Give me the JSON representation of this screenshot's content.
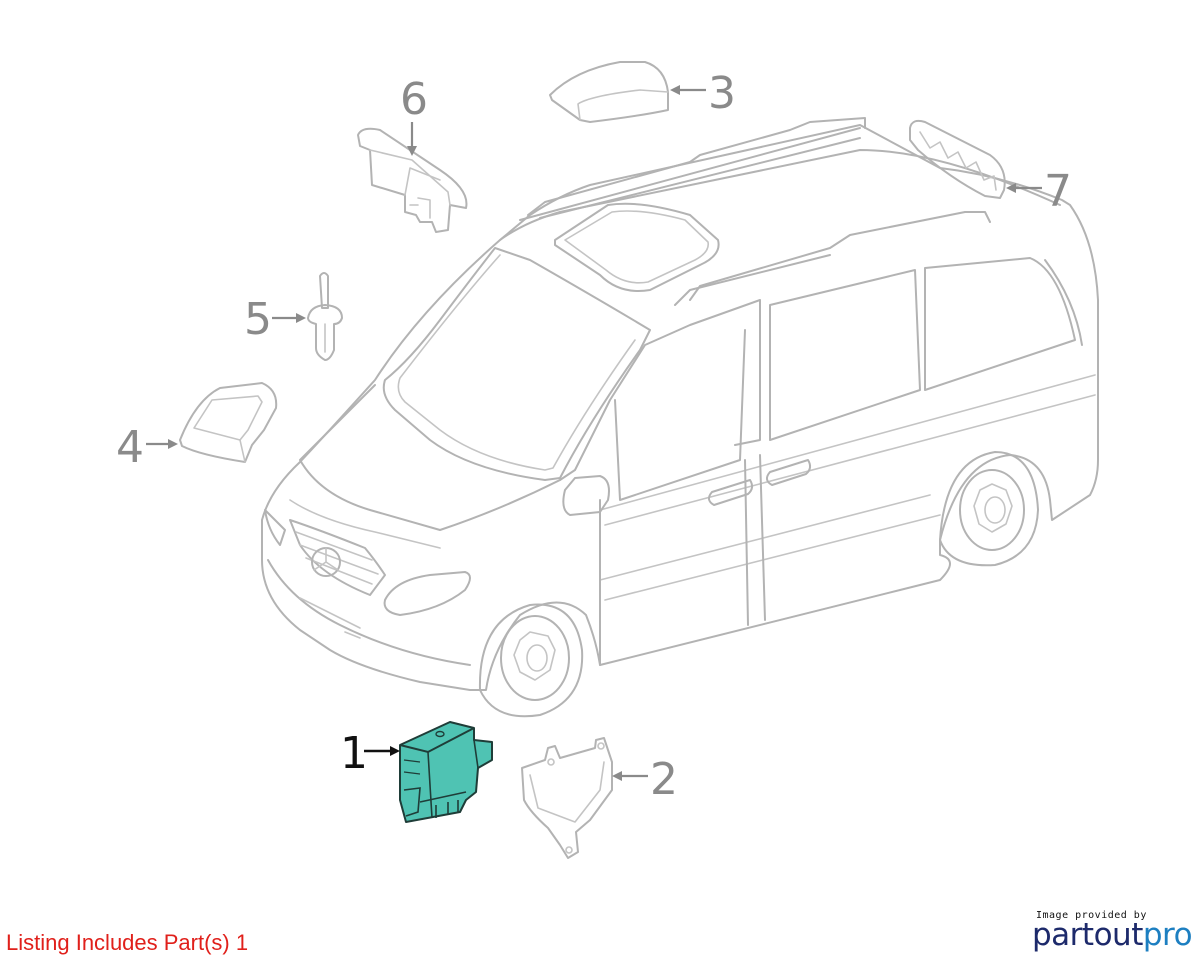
{
  "callouts": [
    {
      "id": "1",
      "label": "1",
      "highlighted": true
    },
    {
      "id": "2",
      "label": "2",
      "highlighted": false
    },
    {
      "id": "3",
      "label": "3",
      "highlighted": false
    },
    {
      "id": "4",
      "label": "4",
      "highlighted": false
    },
    {
      "id": "5",
      "label": "5",
      "highlighted": false
    },
    {
      "id": "6",
      "label": "6",
      "highlighted": false
    },
    {
      "id": "7",
      "label": "7",
      "highlighted": false
    }
  ],
  "footer": {
    "listing_text": "Listing Includes Part(s) 1",
    "credit_small": "Image provided by",
    "brand_part1": "partout",
    "brand_part2": "pro"
  },
  "colors": {
    "highlight_part": "#4fc3b3",
    "line_art": "#b3b3b3",
    "callout_gray": "#8a8a8a",
    "listing_red": "#e0201b",
    "brand_navy": "#1d2a6b",
    "brand_blue": "#1d7fc1"
  }
}
